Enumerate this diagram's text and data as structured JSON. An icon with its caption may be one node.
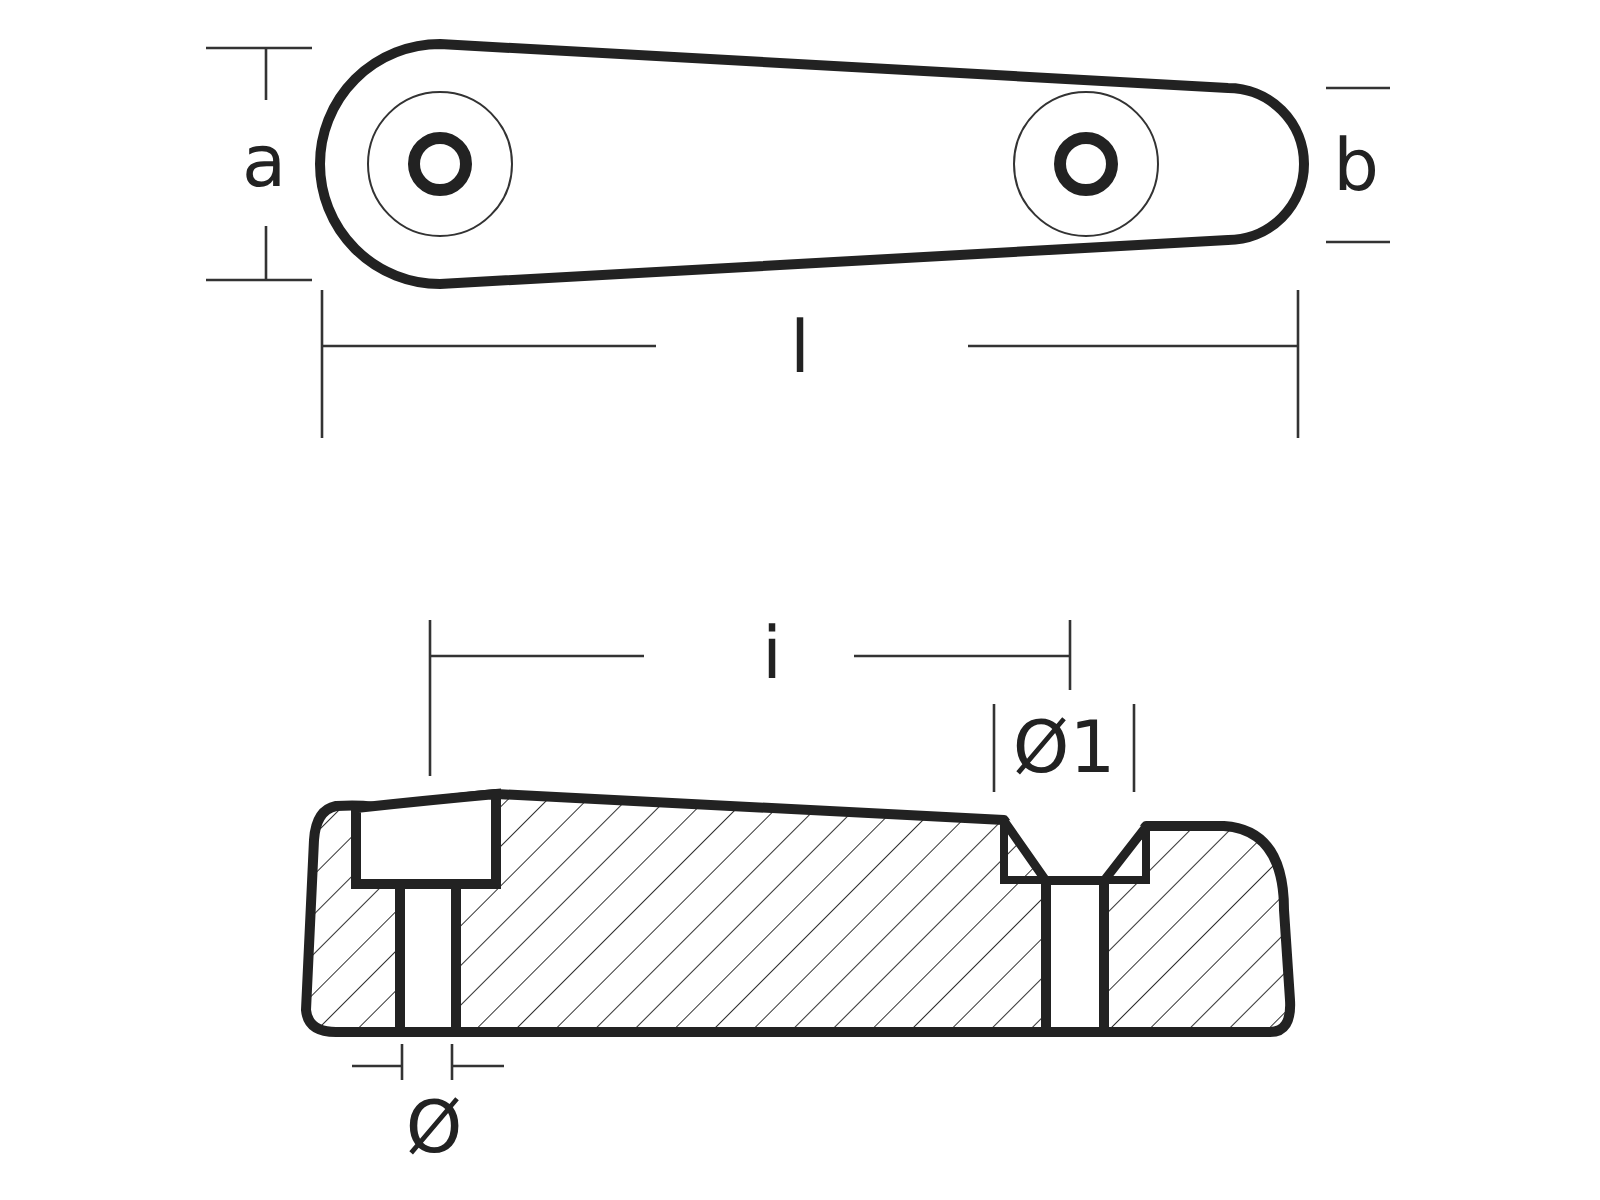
{
  "diagram": {
    "labels": [
      "a",
      "b",
      "l",
      "i",
      "Ø1",
      "Ø"
    ]
  }
}
